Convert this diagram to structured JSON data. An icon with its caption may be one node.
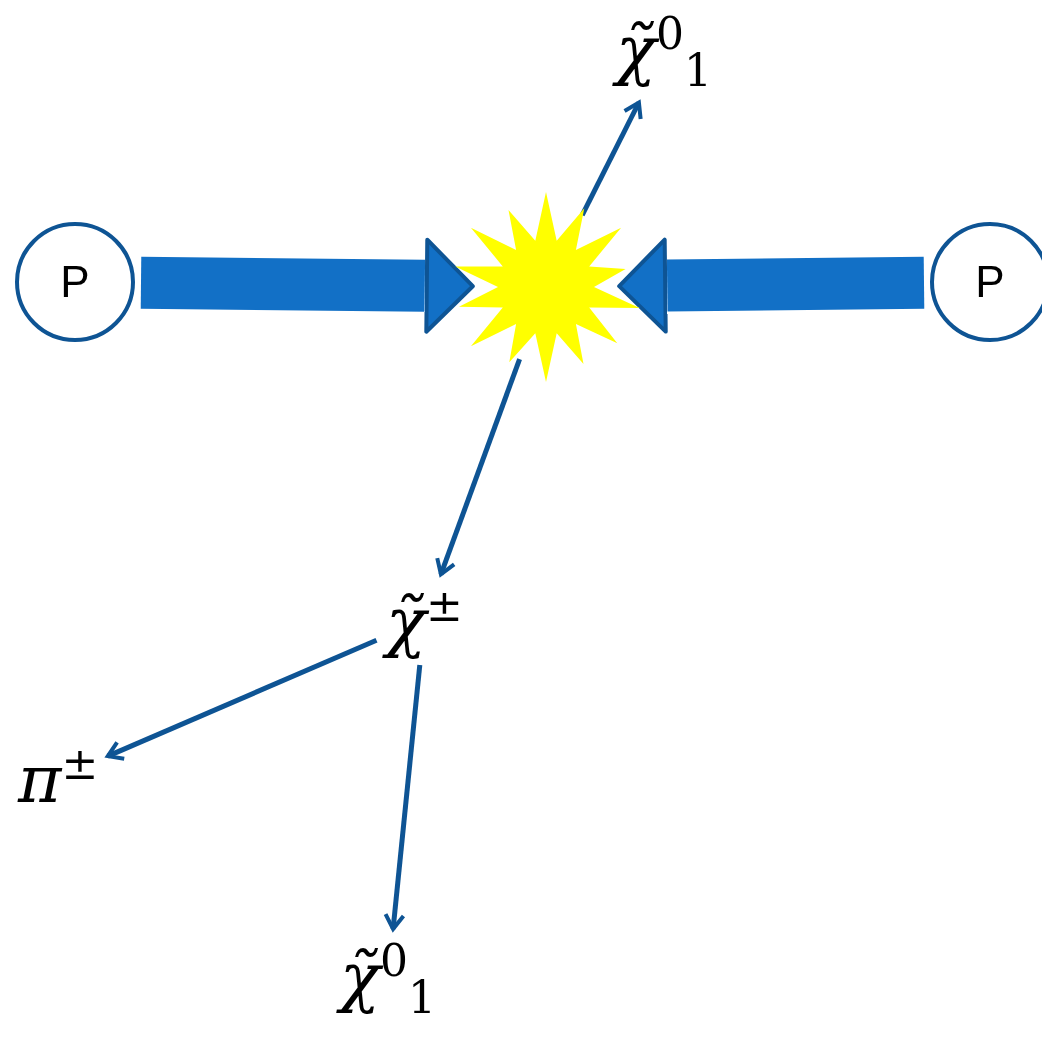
{
  "diagram": {
    "nodes": [
      {
        "text": [
          "P"
        ]
      },
      {
        "text": [
          "P"
        ]
      },
      {
        "text": [],
        "shape": "star"
      },
      {
        "text": [
          "χ̃$^{0}$$_{1}$"
        ]
      },
      {
        "text": [
          "χ̃$^{±}$"
        ]
      },
      {
        "text": [
          "π$^{±}$"
        ]
      },
      {
        "text": [
          "χ̃$^{0}$$_{1}$"
        ]
      }
    ],
    "edges": [
      {
        "from": 0,
        "to": 2,
        "arrow": "to",
        "style": "thick"
      },
      {
        "from": 1,
        "to": 2,
        "arrow": "to",
        "style": "thick"
      },
      {
        "from": 2,
        "to": 3,
        "arrow": "to"
      },
      {
        "from": 2,
        "to": 4,
        "arrow": "to"
      },
      {
        "from": 4,
        "to": 5,
        "arrow": "to"
      },
      {
        "from": 4,
        "to": 6,
        "arrow": "to"
      }
    ]
  }
}
